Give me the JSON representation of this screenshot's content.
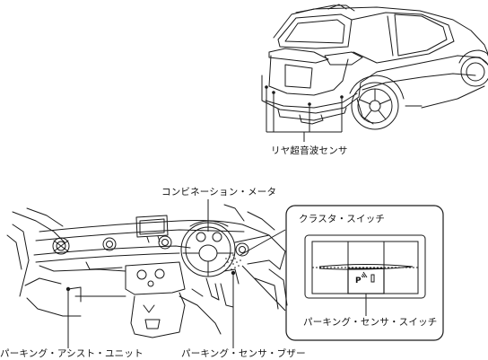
{
  "labels": {
    "rear_sensor": "リヤ超音波センサ",
    "combination_meter": "コンビネーション・メータ",
    "cluster_switch": "クラスタ・スイッチ",
    "parking_sensor_switch": "パーキング・センサ・スイッチ",
    "parking_assist_unit": "パーキング・アシスト・ユニット",
    "parking_sensor_buzzer": "パーキング・センサ・ブザー",
    "switch_legend": "P"
  },
  "colors": {
    "line": "#1a1a1a",
    "background": "#ffffff"
  }
}
